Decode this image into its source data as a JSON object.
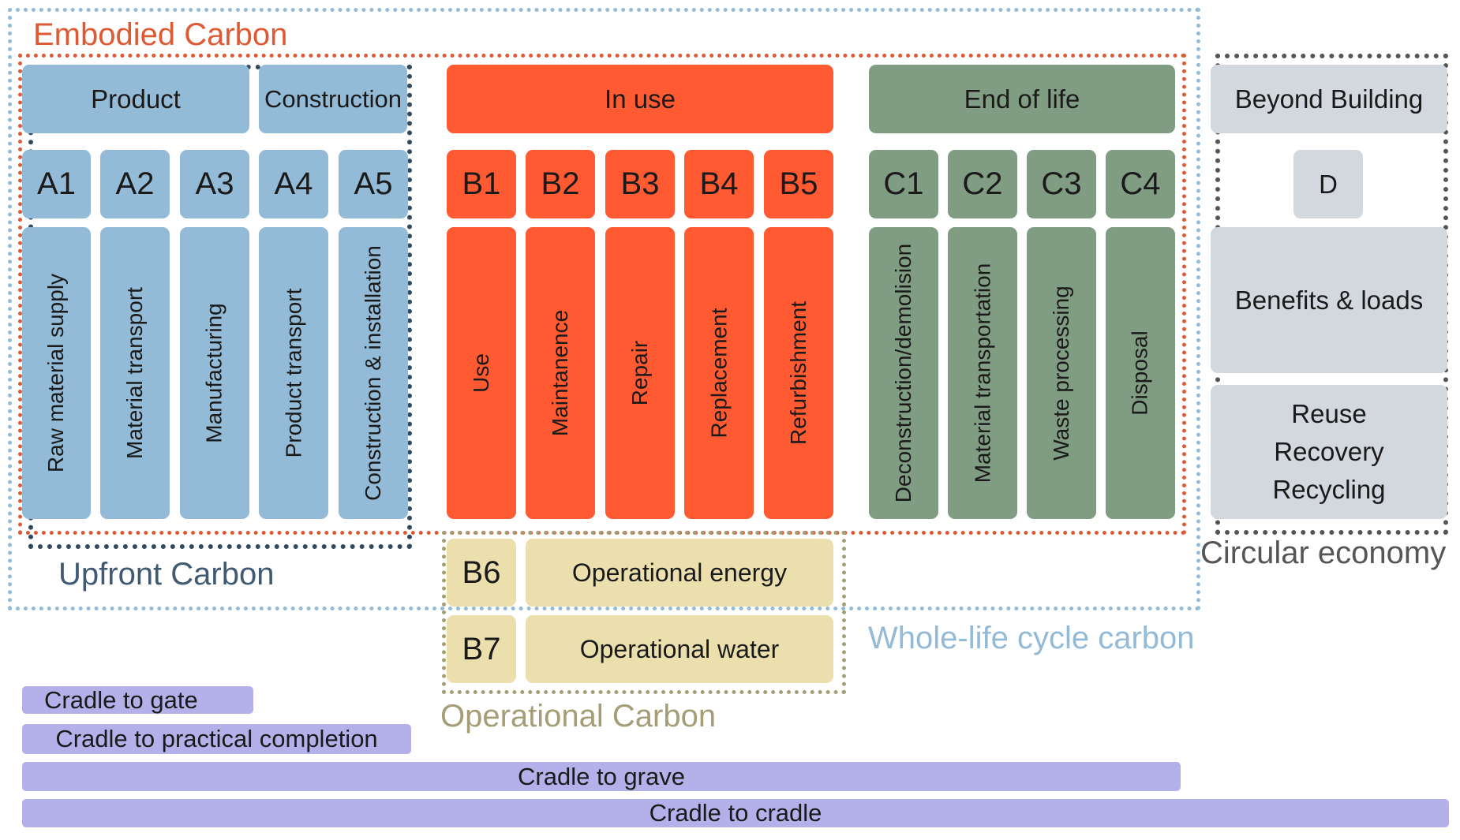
{
  "frames": {
    "embodied_carbon": "Embodied Carbon",
    "upfront_carbon": "Upfront Carbon",
    "operational_carbon": "Operational Carbon",
    "whole_life": "Whole-life cycle carbon",
    "circular_economy": "Circular economy"
  },
  "headers": {
    "product": "Product",
    "construction": "Construction",
    "in_use": "In use",
    "end_of_life": "End of life",
    "beyond_building": "Beyond Building"
  },
  "modules": [
    {
      "code": "A1",
      "label": "Raw material supply"
    },
    {
      "code": "A2",
      "label": "Material transport"
    },
    {
      "code": "A3",
      "label": "Manufacturing"
    },
    {
      "code": "A4",
      "label": "Product transport"
    },
    {
      "code": "A5",
      "label": "Construction & installation"
    },
    {
      "code": "B1",
      "label": "Use"
    },
    {
      "code": "B2",
      "label": "Maintanence"
    },
    {
      "code": "B3",
      "label": "Repair"
    },
    {
      "code": "B4",
      "label": "Replacement"
    },
    {
      "code": "B5",
      "label": "Refurbishment"
    },
    {
      "code": "C1",
      "label": "Deconstruction/demolision"
    },
    {
      "code": "C2",
      "label": "Material transportation"
    },
    {
      "code": "C3",
      "label": "Waste processing"
    },
    {
      "code": "C4",
      "label": "Disposal"
    }
  ],
  "beyond": {
    "code": "D",
    "benefits": "Benefits & loads",
    "reuse": "Reuse",
    "recovery": "Recovery",
    "recycling": "Recycling"
  },
  "operational": [
    {
      "code": "B6",
      "label": "Operational energy"
    },
    {
      "code": "B7",
      "label": "Operational water"
    }
  ],
  "scopes": [
    {
      "label": "Cradle to gate"
    },
    {
      "label": "Cradle to practical completion"
    },
    {
      "label": "Cradle to grave"
    },
    {
      "label": "Cradle to cradle"
    }
  ],
  "colors": {
    "product_stage": "#93bad6",
    "in_use_stage": "#ff5a32",
    "end_of_life_stage": "#809d83",
    "beyond_stage": "#d3d7de",
    "operational_stage": "#ecdfae",
    "scope_bar": "#b4b1ea",
    "embodied_frame": "#de5a35",
    "upfront_frame": "#334a5e",
    "operational_frame": "#a59d76",
    "whole_life_frame": "#93bad6",
    "circular_frame": "#555555"
  }
}
